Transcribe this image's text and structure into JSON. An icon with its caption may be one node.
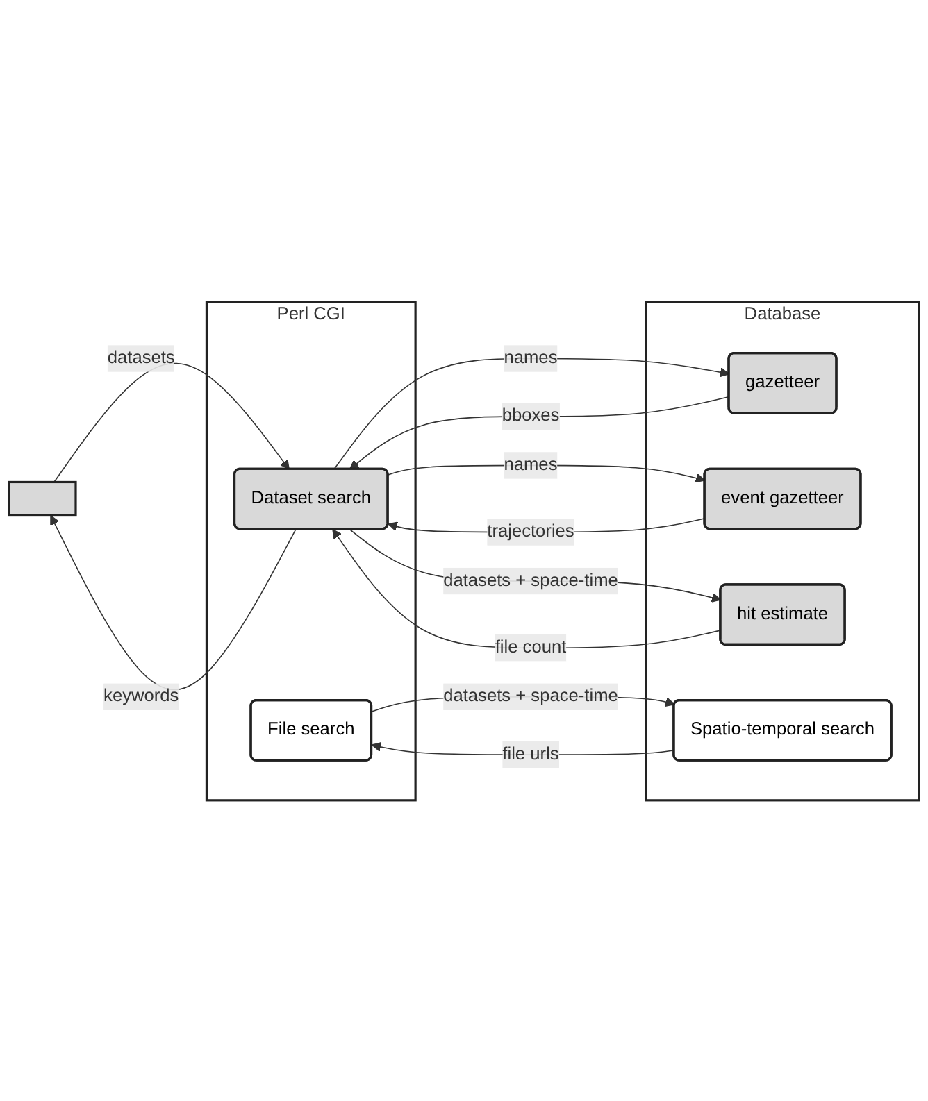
{
  "diagram": {
    "nodes": [
      {
        "text": [
          "Perl CGI"
        ]
      },
      {
        "text": [
          "Dataset search"
        ],
        "in": 0
      },
      {
        "text": [
          "File search"
        ],
        "in": 0
      },
      {
        "text": [],
        "shape": "box"
      },
      {
        "text": [
          "Database"
        ]
      },
      {
        "text": [
          "gazetteer"
        ],
        "in": 4
      },
      {
        "text": [
          "event gazetteer"
        ],
        "in": 4
      },
      {
        "text": [
          "hit estimate"
        ],
        "in": 4
      },
      {
        "text": [
          "Spatio-temporal search"
        ],
        "in": 4
      }
    ],
    "edges": [
      {
        "from": 1,
        "to": 3,
        "arrow": "to",
        "label": "keywords"
      },
      {
        "from": 3,
        "to": 1,
        "arrow": "to",
        "label": "datasets"
      },
      {
        "from": 1,
        "to": 5,
        "arrow": "to",
        "label": "names"
      },
      {
        "from": 5,
        "to": 1,
        "arrow": "to",
        "label": "bboxes"
      },
      {
        "from": 1,
        "to": 6,
        "arrow": "to",
        "label": "names"
      },
      {
        "from": 6,
        "to": 1,
        "arrow": "to",
        "label": "trajectories"
      },
      {
        "from": 1,
        "to": 7,
        "arrow": "to",
        "label": "datasets + space-time"
      },
      {
        "from": 7,
        "to": 1,
        "arrow": "to",
        "label": "file count"
      },
      {
        "from": 2,
        "to": 8,
        "arrow": "to",
        "label": "datasets + space-time"
      },
      {
        "from": 8,
        "to": 2,
        "arrow": "to",
        "label": "file urls"
      }
    ]
  }
}
